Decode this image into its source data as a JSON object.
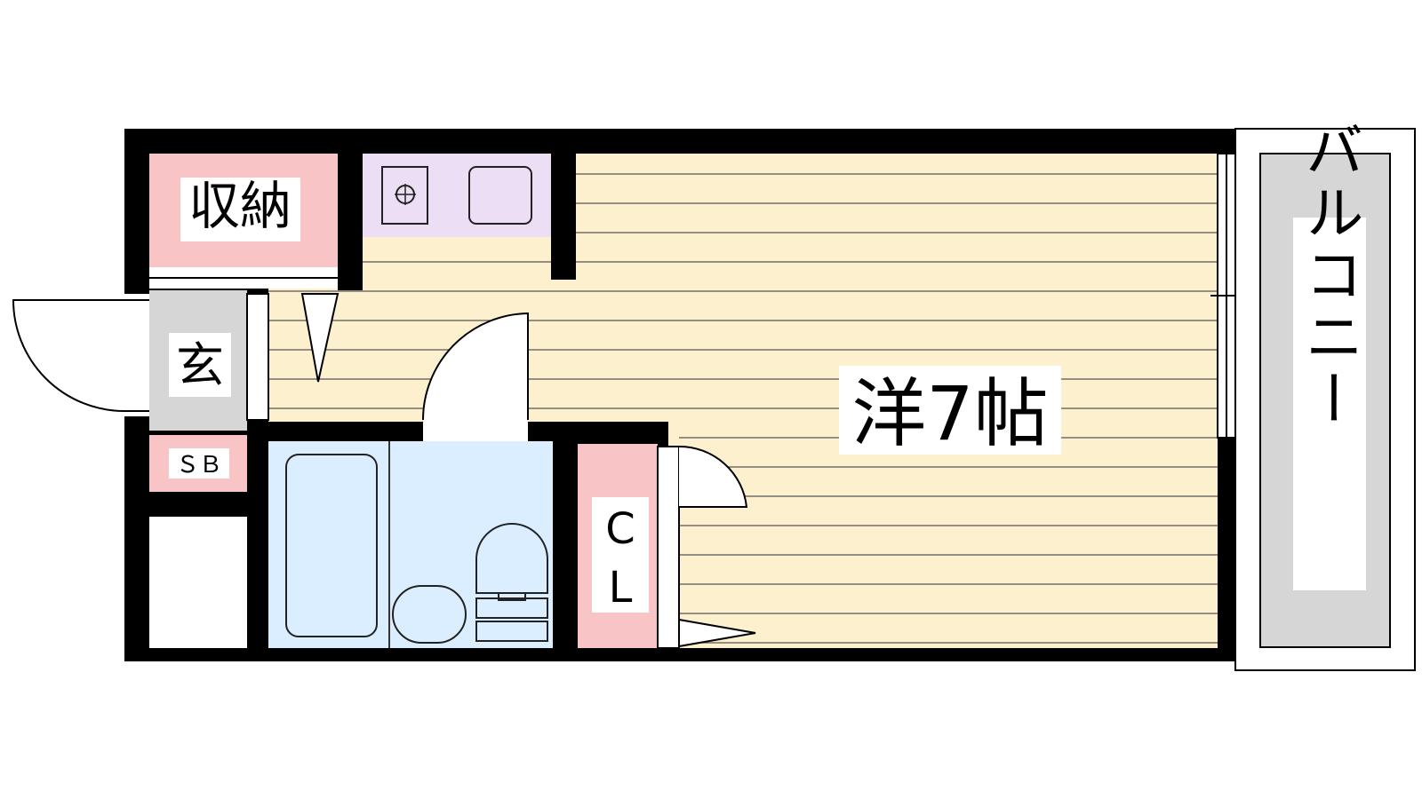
{
  "rooms": {
    "western": {
      "label": "洋7帖",
      "color": "#fdf0cf"
    },
    "storage": {
      "label": "収納",
      "color": "#f9c4c6"
    },
    "entrance": {
      "label": "玄",
      "color": "#d6d6d6"
    },
    "shoe_box": {
      "label": "ＳＢ",
      "color": "#f9c4c6"
    },
    "closet": {
      "label_c": "C",
      "label_l": "L",
      "color": "#f9c4c6"
    },
    "balcony": {
      "label": "バルコニー",
      "color": "#d6d6d6"
    },
    "kitchen": {
      "color": "#ecdff5"
    },
    "bathroom": {
      "color": "#dbeeff"
    }
  },
  "colors": {
    "wall": "#000000",
    "fixture_outline": "#222222",
    "label_background": "#ffffff"
  }
}
